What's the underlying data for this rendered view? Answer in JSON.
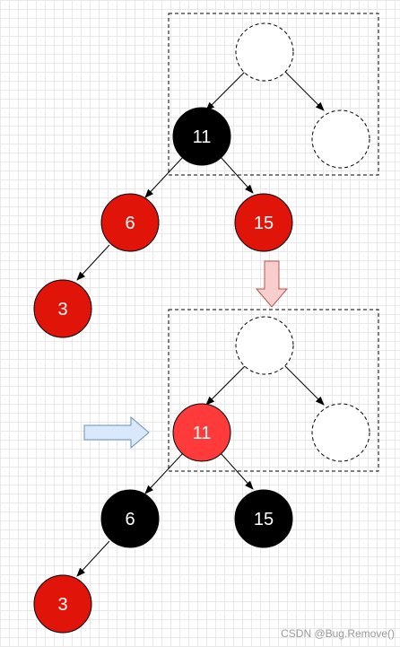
{
  "colors": {
    "red_node": "#e01408",
    "highlight_node": "#ff3a3a",
    "black_node": "#000000",
    "edge": "#000000",
    "down_arrow_fill": "#f8cecc",
    "down_arrow_stroke": "#b85450",
    "right_arrow_fill": "#dae8fc",
    "right_arrow_stroke": "#6c8ebf"
  },
  "before": {
    "nodes": [
      {
        "id": "b_parent",
        "label": "",
        "color": "empty"
      },
      {
        "id": "b_uncle",
        "label": "",
        "color": "empty"
      },
      {
        "id": "b_11",
        "label": "11",
        "color": "black"
      },
      {
        "id": "b_6",
        "label": "6",
        "color": "red"
      },
      {
        "id": "b_15",
        "label": "15",
        "color": "red"
      },
      {
        "id": "b_3",
        "label": "3",
        "color": "red"
      }
    ]
  },
  "after": {
    "nodes": [
      {
        "id": "a_parent",
        "label": "",
        "color": "empty"
      },
      {
        "id": "a_uncle",
        "label": "",
        "color": "empty"
      },
      {
        "id": "a_11",
        "label": "11",
        "color": "highlight"
      },
      {
        "id": "a_6",
        "label": "6",
        "color": "black"
      },
      {
        "id": "a_15",
        "label": "15",
        "color": "black"
      },
      {
        "id": "a_3",
        "label": "3",
        "color": "red"
      }
    ]
  },
  "watermark": "CSDN @Bug.Remove()"
}
